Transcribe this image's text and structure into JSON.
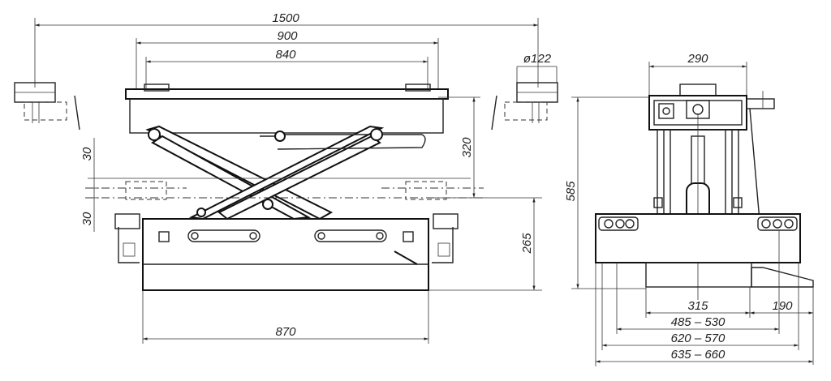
{
  "front_view": {
    "dims": {
      "d1500": "1500",
      "d900": "900",
      "d840": "840",
      "d122": "ø122",
      "d30_top": "30",
      "d30_bottom": "30",
      "d320": "320",
      "d265": "265",
      "d870": "870"
    }
  },
  "side_view": {
    "dims": {
      "d290": "290",
      "d585": "585",
      "d315": "315",
      "d190": "190",
      "d485_530": "485  –  530",
      "d620_570": "620  –  570",
      "d635_660": "635  –  660"
    }
  }
}
